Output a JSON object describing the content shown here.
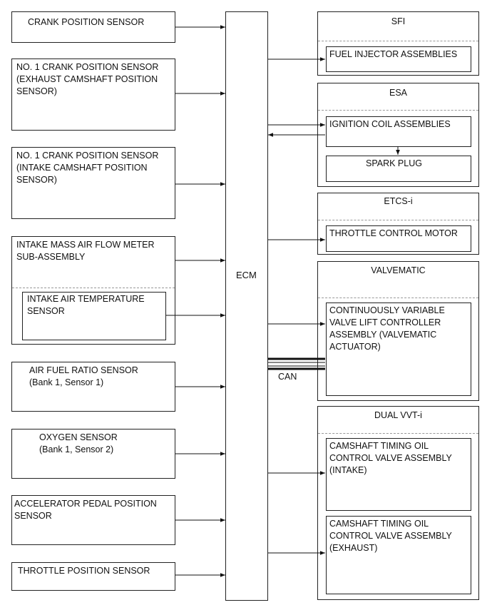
{
  "ecm": {
    "label": "ECM"
  },
  "can": {
    "label": "CAN"
  },
  "inputs": {
    "crank": "CRANK POSITION SENSOR",
    "exhaust_cam": "NO. 1 CRANK POSITION SENSOR\n(EXHAUST CAMSHAFT POSITION\nSENSOR)",
    "intake_cam": "NO. 1 CRANK POSITION SENSOR\n(INTAKE CAMSHAFT POSITION\nSENSOR)",
    "maf": "INTAKE MASS AIR FLOW METER\nSUB-ASSEMBLY",
    "iat": "INTAKE AIR TEMPERATURE\nSENSOR",
    "af": "AIR FUEL RATIO SENSOR\n(Bank 1, Sensor 1)",
    "o2": "OXYGEN SENSOR\n(Bank 1, Sensor 2)",
    "app": "ACCELERATOR PEDAL POSITION\nSENSOR",
    "tps": "THROTTLE POSITION SENSOR"
  },
  "systems": {
    "sfi": {
      "title": "SFI",
      "items": [
        "FUEL INJECTOR ASSEMBLIES"
      ]
    },
    "esa": {
      "title": "ESA",
      "items": [
        "IGNITION COIL ASSEMBLIES",
        "SPARK PLUG"
      ]
    },
    "etcs": {
      "title": "ETCS-i",
      "items": [
        "THROTTLE CONTROL MOTOR"
      ]
    },
    "valvematic": {
      "title": "VALVEMATIC",
      "items": [
        "CONTINUOUSLY VARIABLE\nVALVE LIFT CONTROLLER\nASSEMBLY (VALVEMATIC\nACTUATOR)"
      ]
    },
    "vvt": {
      "title": "DUAL VVT-i",
      "items": [
        "CAMSHAFT TIMING OIL\nCONTROL VALVE ASSEMBLY\n(INTAKE)",
        "CAMSHAFT TIMING OIL\nCONTROL VALVE ASSEMBLY\n(EXHAUST)"
      ]
    }
  }
}
